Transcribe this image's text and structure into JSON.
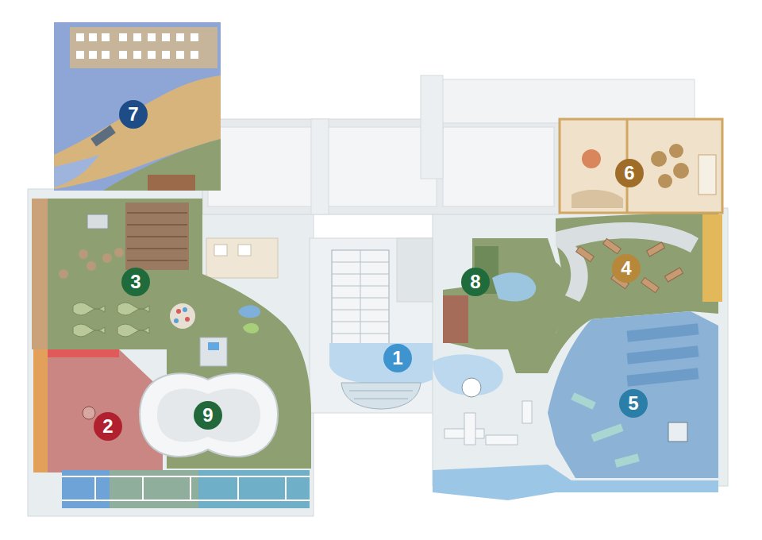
{
  "diagram": {
    "nodes": [
      {
        "text": [
          "7"
        ]
      },
      {
        "text": [
          "6"
        ]
      },
      {
        "text": [
          "3"
        ]
      },
      {
        "text": [
          "8"
        ]
      },
      {
        "text": [
          "4"
        ]
      },
      {
        "text": [
          "1"
        ]
      },
      {
        "text": [
          "5"
        ]
      },
      {
        "text": [
          "2"
        ]
      },
      {
        "text": [
          "9"
        ]
      }
    ]
  }
}
